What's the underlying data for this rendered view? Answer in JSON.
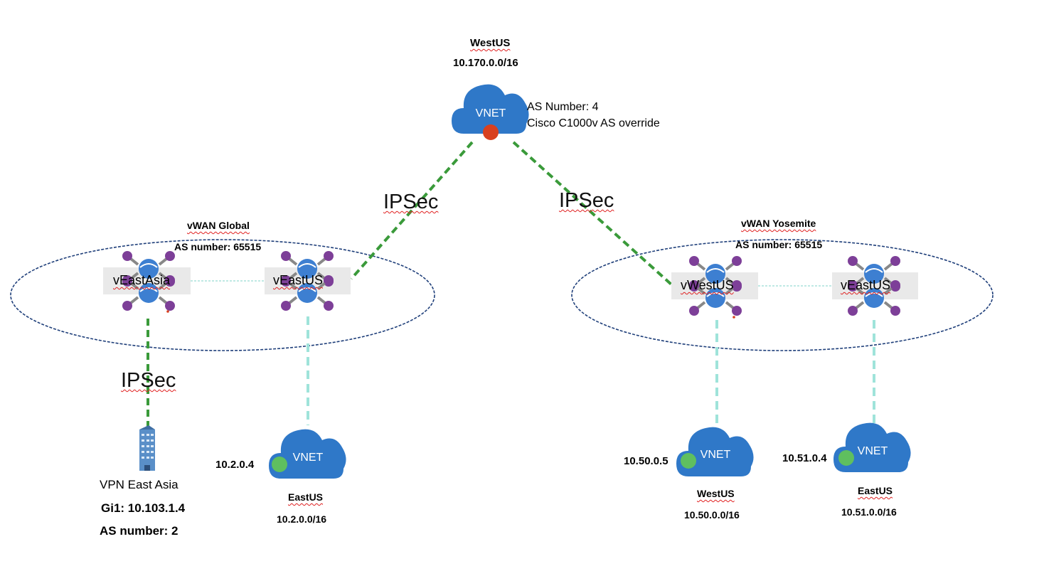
{
  "hub_vnet": {
    "region": "WestUS",
    "cidr": "10.170.0.0/16",
    "cloud_label": "VNET",
    "asn_line": "AS Number: 4",
    "override_line": "Cisco C1000v AS override"
  },
  "links": {
    "ipsec_left": "IPSec",
    "ipsec_right": "IPSec",
    "ipsec_vpn": "IPSec"
  },
  "vwan_global": {
    "title": "vWAN Global",
    "asn": "AS number: 65515",
    "hubs": [
      "vEastAsia",
      "vEastUS"
    ]
  },
  "vwan_yosemite": {
    "title": "vWAN Yosemite",
    "asn": "AS number: 65515",
    "hubs": [
      "vWestUS",
      "vEastUS"
    ]
  },
  "spokes": [
    {
      "ip": "10.2.0.4",
      "cloud_label": "VNET",
      "region": "EastUS",
      "cidr": "10.2.0.0/16"
    },
    {
      "ip": "10.50.0.5",
      "cloud_label": "VNET",
      "region": "WestUS",
      "cidr": "10.50.0.0/16"
    },
    {
      "ip": "10.51.0.4",
      "cloud_label": "VNET",
      "region": "EastUS",
      "cidr": "10.51.0.0/16"
    }
  ],
  "vpn_site": {
    "name": "VPN East Asia",
    "interface": "Gi1: 10.103.1.4",
    "asn": "AS number: 2"
  },
  "colors": {
    "cloud": "#2f78c8",
    "ipsec_line": "#3a9a3a",
    "spoke_link": "#9fe3da",
    "ellipse": "#1f3f7a",
    "hub_box": "#e9e9e9",
    "router_node": "#7d3f98",
    "nva_dot": "#d8401f",
    "spoke_dot": "#5fbf5f"
  }
}
